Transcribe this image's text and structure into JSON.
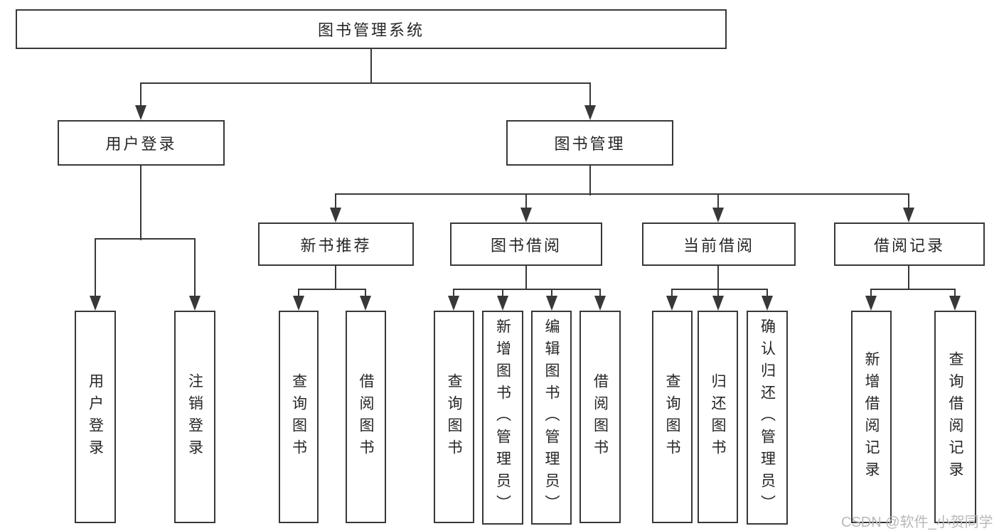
{
  "nodes": {
    "root": "图书管理系统",
    "user_login": "用户登录",
    "book_mgmt": "图书管理",
    "leaf_user_login": "用户登录",
    "leaf_logout": "注销登录",
    "new_book_rec": "新书推荐",
    "book_borrow": "图书借阅",
    "current_borrow": "当前借阅",
    "borrow_record": "借阅记录",
    "nbr_query": "查询图书",
    "nbr_borrow": "借阅图书",
    "bb_query": "查询图书",
    "bb_add": "新增图书（管理员）",
    "bb_edit": "编辑图书（管理员）",
    "bb_borrow": "借阅图书",
    "cb_query": "查询图书",
    "cb_return": "归还图书",
    "cb_confirm": "确认归还（管理员）",
    "br_add": "新增借阅记录",
    "br_query": "查询借阅记录"
  },
  "watermark": {
    "text": "CSDN @软件_小贺同学"
  },
  "colors": {
    "line": "#383838",
    "text": "#262626",
    "watermark": "#b9b9b9",
    "background": "#ffffff"
  }
}
